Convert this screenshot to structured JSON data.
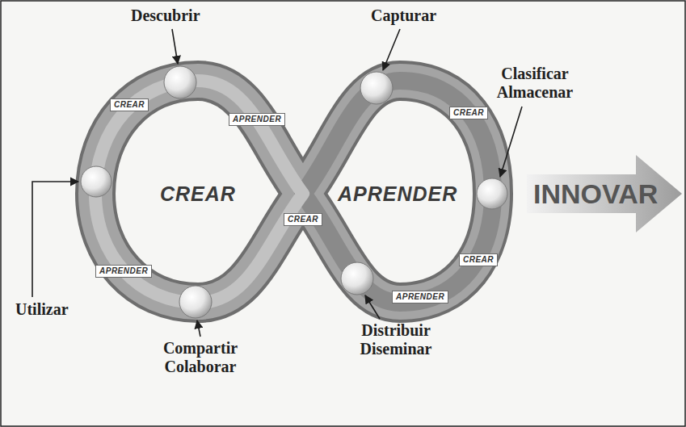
{
  "diagram": {
    "nodes": [
      {
        "text": [
          "CREAR"
        ]
      },
      {
        "text": [
          "APRENDER"
        ]
      },
      {
        "text": [
          "CREAR"
        ]
      },
      {
        "text": [
          "CREAR"
        ]
      },
      {
        "text": [
          "APRENDER"
        ]
      },
      {
        "text": [
          "CREAR"
        ]
      },
      {
        "text": [
          "APRENDER"
        ]
      },
      {
        "text": [
          "INNOVAR"
        ]
      }
    ],
    "labels": [
      "Descubrir",
      "Capturar",
      "Clasificar Almacenar",
      "CREAR",
      "APRENDER",
      "Utilizar",
      "Compartir Colaborar",
      "Distribuir Diseminar"
    ]
  }
}
